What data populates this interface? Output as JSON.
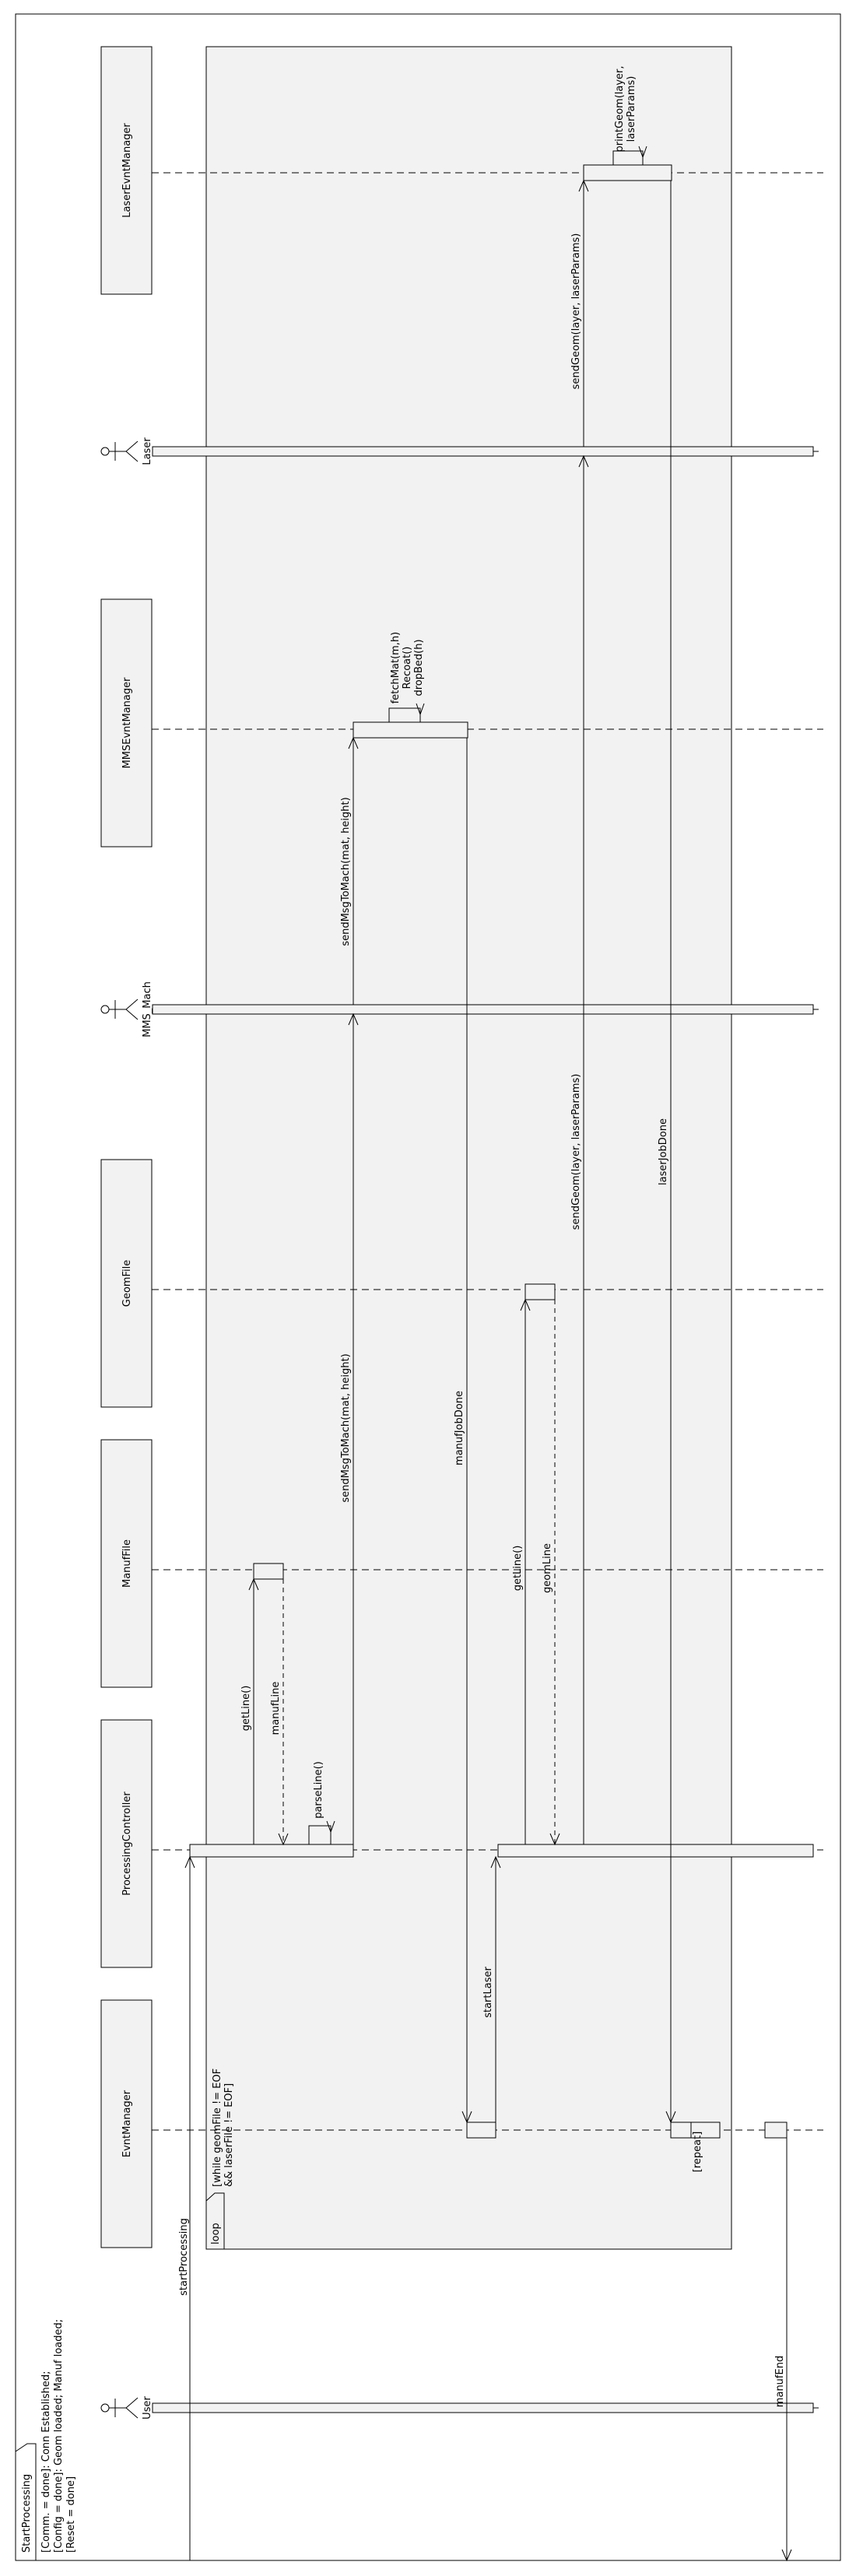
{
  "diagram": {
    "name_tag": "StartProcessing",
    "guard_lines": [
      "[Comm. = done]: Conn Established;",
      "[Config = done]: Geom loaded; Manuf loaded;",
      "[Reset    = done]"
    ],
    "lifelines": {
      "evnt_manager": "EvntManager",
      "processing_controller": "ProcessingController",
      "manuf_file": "ManufFile",
      "geom_file": "GeomFile",
      "mms_evnt_manager": "MMSEvntManager",
      "laser_evnt_manager": "LaserEvntManager"
    },
    "actors": {
      "user": "User",
      "mms_mach": "MMS_Mach",
      "laser": "Laser"
    },
    "loop": {
      "tag": "loop",
      "guard_line1": "[while geomFile != EOF",
      "guard_line2": "&& laserFile != EOF]"
    },
    "repeat_label": "[repeat]",
    "messages": {
      "start_processing": "startProcessing",
      "manuf_end": "manufEnd",
      "parse_line": "parseLine()",
      "get_line_manuf": "getLine()",
      "manuf_line": "manufLine",
      "send_msg_to_mach_1": "sendMsgToMach(mat, height)",
      "send_msg_to_mach_2": "sendMsgToMach(mat, height)",
      "fetch_mat": "fetchMat(m,h)",
      "recoat": "Recoat()",
      "drop_bed": "dropBed(h)",
      "manuf_job_done": "manufJobDone",
      "start_laser": "startLaser",
      "get_line_geom": "getLine()",
      "geom_line": "geomLine",
      "send_geom_1": "sendGeom(layer, laserParams)",
      "send_geom_2": "sendGeom(layer, laserParams)",
      "print_geom_1": "printGeom(layer,",
      "print_geom_2": "laserParams)",
      "laser_job_done": "laserJobDone"
    }
  }
}
